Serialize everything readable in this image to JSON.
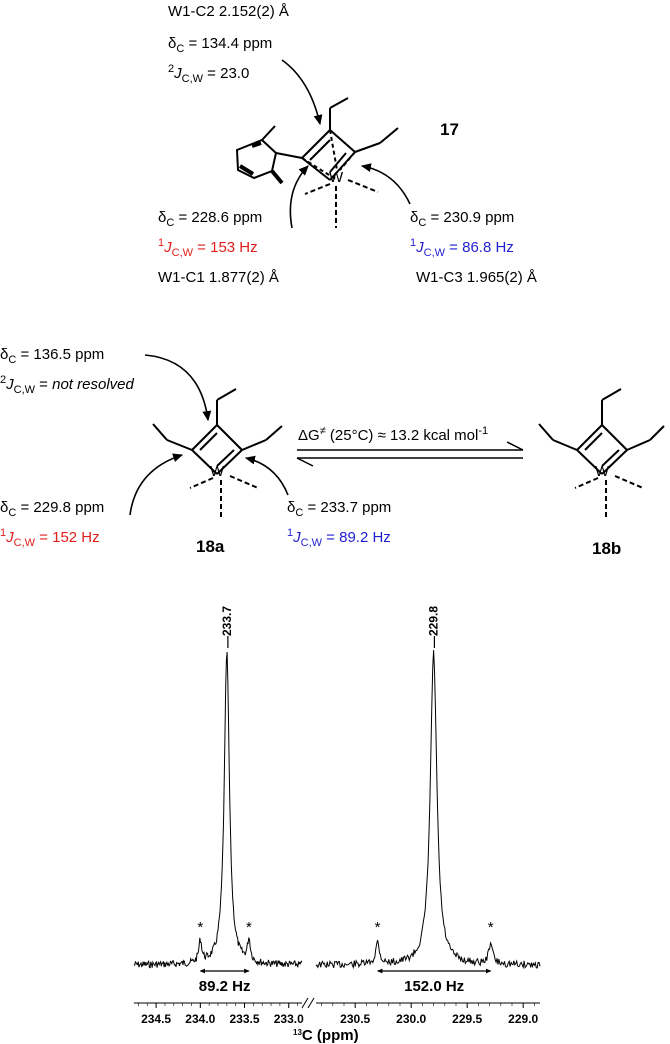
{
  "compound17": {
    "label": "17",
    "c2": {
      "bond": "W1-C2 2.152(2) Å",
      "shift_pre": "δ",
      "shift_sub": "C",
      "shift_val": " = 134.4 ppm",
      "coupling_sup": "2",
      "coupling_J": "J",
      "coupling_sub": "C,W",
      "coupling_val": " = 23.0"
    },
    "c1": {
      "shift_pre": "δ",
      "shift_sub": "C",
      "shift_val": " = 228.6 ppm",
      "coupling_sup": "1",
      "coupling_J": "J",
      "coupling_sub": "C,W",
      "coupling_val": " = 153 Hz",
      "bond": "W1-C1 1.877(2) Å",
      "color": "#e0201c"
    },
    "c3": {
      "shift_pre": "δ",
      "shift_sub": "C",
      "shift_val": " = 230.9 ppm",
      "coupling_sup": "1",
      "coupling_J": "J",
      "coupling_sub": "C,W",
      "coupling_val": " = 86.8 Hz",
      "bond": "W1-C3 1.965(2) Å",
      "color": "#1f1fd0"
    },
    "metal": "W"
  },
  "compound18a": {
    "label": "18a",
    "metal": "W",
    "top": {
      "shift_pre": "δ",
      "shift_sub": "C",
      "shift_val": " = 136.5 ppm",
      "coupling_sup": "2",
      "coupling_J": "J",
      "coupling_sub": "C,W",
      "coupling_eq": " = ",
      "coupling_val": "not resolved"
    },
    "left": {
      "shift_pre": "δ",
      "shift_sub": "C",
      "shift_val": " = 229.8 ppm",
      "coupling_sup": "1",
      "coupling_J": "J",
      "coupling_sub": "C,W",
      "coupling_val": " = 152 Hz",
      "color": "#e0201c"
    },
    "right": {
      "shift_pre": "δ",
      "shift_sub": "C",
      "shift_val": " = 233.7 ppm",
      "coupling_sup": "1",
      "coupling_J": "J",
      "coupling_sub": "C,W",
      "coupling_val": " = 89.2 Hz",
      "color": "#1f1fd0"
    }
  },
  "compound18b": {
    "label": "18b",
    "metal": "W"
  },
  "equilibrium": {
    "pre": "ΔG",
    "sup1": "≠",
    "mid": " (25°C) ≈ 13.2 kcal mol",
    "sup2": "-1"
  },
  "spectrum": {
    "peak_labels": [
      "233.7",
      "229.8"
    ],
    "satellite_marker": "*",
    "couplings": [
      "89.2 Hz",
      "152.0 Hz"
    ],
    "axis_title_sup": "13",
    "axis_title": "C (ppm)",
    "left_ticks": [
      "234.5",
      "234.0",
      "233.5",
      "233.0"
    ],
    "right_ticks": [
      "230.5",
      "230.0",
      "229.5",
      "229.0"
    ],
    "left_range_ppm": [
      234.75,
      232.85
    ],
    "right_range_ppm": [
      230.85,
      228.85
    ],
    "peaks_ppm": [
      233.7,
      229.8
    ],
    "satellites_ppm": [
      [
        234.0,
        233.45
      ],
      [
        230.3,
        229.29
      ]
    ]
  }
}
